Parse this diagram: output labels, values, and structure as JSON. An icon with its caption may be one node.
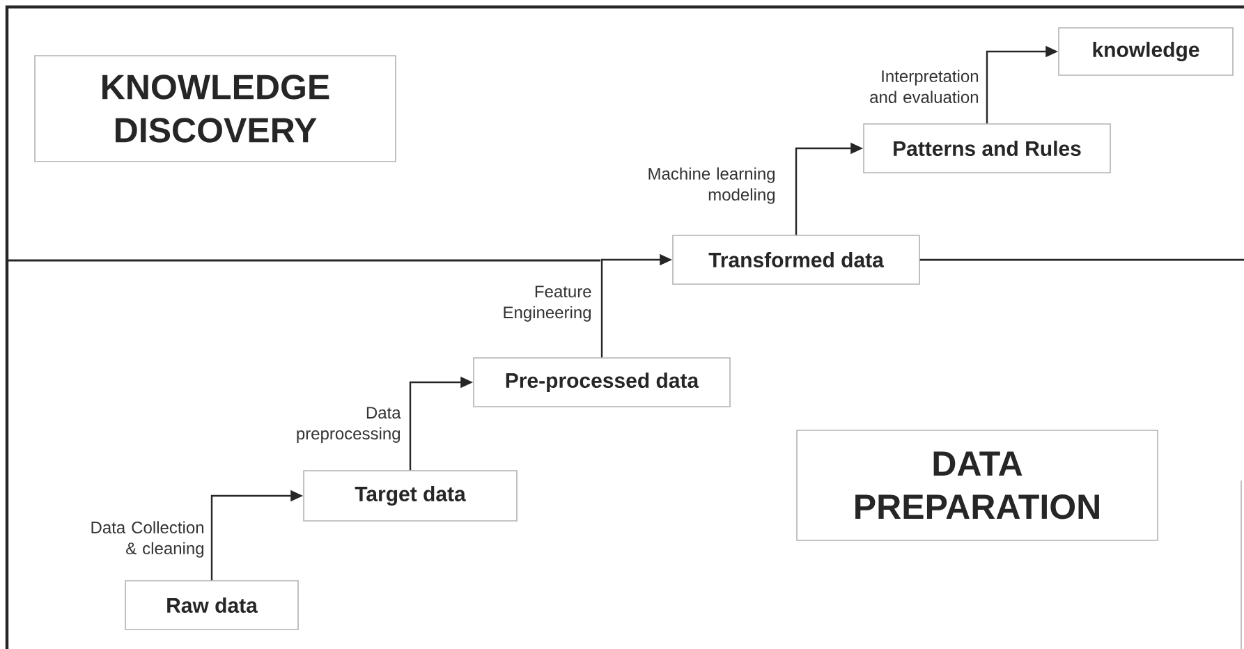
{
  "diagram": {
    "nodes": [
      {
        "text": [
          "KNOWLEDGE DISCOVERY"
        ]
      },
      {
        "text": [
          "knowledge"
        ]
      },
      {
        "text": [
          "Patterns and Rules"
        ]
      },
      {
        "text": [
          "Transformed data"
        ]
      },
      {
        "text": [
          "Pre-processed data"
        ]
      },
      {
        "text": [
          "Target data"
        ]
      },
      {
        "text": [
          "Raw data"
        ]
      },
      {
        "text": [
          "DATA PREPARATION"
        ]
      }
    ],
    "edges": [
      {
        "from": 6,
        "to": 5,
        "arrow": "to",
        "label": "Data Collection & cleaning"
      },
      {
        "from": 5,
        "to": 4,
        "arrow": "to",
        "label": "Data preprocessing"
      },
      {
        "from": 4,
        "to": 3,
        "arrow": "to",
        "label": "Feature Engineering"
      },
      {
        "from": 3,
        "to": 2,
        "arrow": "to",
        "label": "Machine learning modeling"
      },
      {
        "from": 2,
        "to": 1,
        "arrow": "to",
        "label": "Interpretation and evaluation"
      }
    ]
  }
}
